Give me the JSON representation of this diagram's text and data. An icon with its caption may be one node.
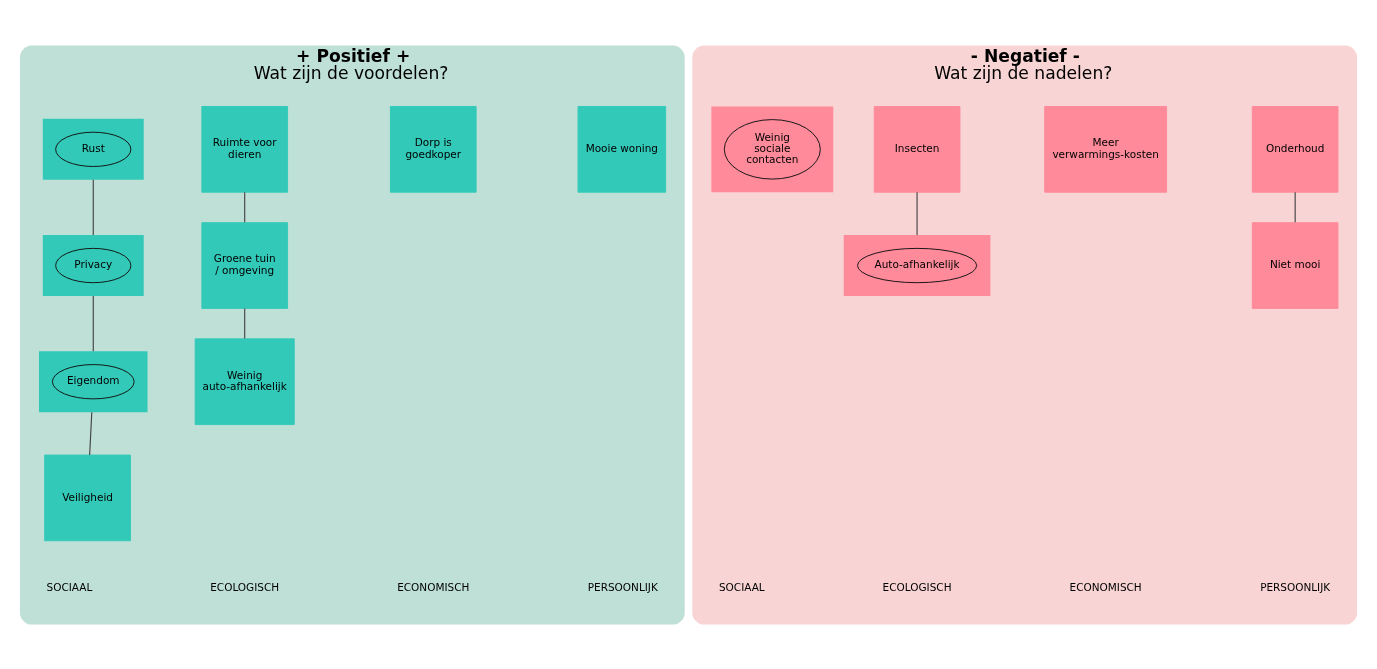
{
  "diagram": {
    "nodes": [
      {
        "text": [
          "+ Positief +",
          "Wat zijn de voordelen?"
        ]
      },
      {
        "text": [],
        "shape": "box",
        "in": 0
      },
      {
        "text": [
          "Rust"
        ],
        "in": 1
      },
      {
        "text": [
          "Ruimte voor dieren"
        ],
        "in": 0
      },
      {
        "text": [
          "Dorp is goedkoper"
        ],
        "in": 0
      },
      {
        "text": [
          "Mooie woning"
        ],
        "in": 0
      },
      {
        "text": [],
        "shape": "box",
        "in": 0
      },
      {
        "text": [
          "Privacy"
        ],
        "in": 6
      },
      {
        "text": [
          "Groene tuin / omgeving"
        ],
        "in": 0
      },
      {
        "text": [],
        "shape": "box",
        "in": 0
      },
      {
        "text": [
          "Eigendom"
        ],
        "in": 9
      },
      {
        "text": [
          "Weinig auto-afhankelijk"
        ],
        "in": 0
      },
      {
        "text": [
          "Veiligheid"
        ],
        "in": 0
      },
      {
        "text": [
          "- Negatief -",
          "Wat zijn de nadelen?"
        ]
      },
      {
        "text": [],
        "shape": "box",
        "in": 13
      },
      {
        "text": [
          "Weinig sociale contacten"
        ],
        "in": 14
      },
      {
        "text": [
          "Insecten"
        ],
        "in": 13
      },
      {
        "text": [
          "Meer verwarmings-kosten"
        ],
        "in": 13
      },
      {
        "text": [
          "Onderhoud"
        ],
        "in": 13
      },
      {
        "text": [],
        "shape": "box",
        "in": 13
      },
      {
        "text": [
          "Auto-afhankelijk"
        ],
        "in": 19
      },
      {
        "text": [
          "Niet mooi"
        ],
        "in": 13
      }
    ],
    "edges": [
      {
        "from": 1,
        "to": 6,
        "arrow": "none"
      },
      {
        "from": 6,
        "to": 9,
        "arrow": "none"
      },
      {
        "from": 9,
        "to": 12,
        "arrow": "none"
      },
      {
        "from": 3,
        "to": 8,
        "arrow": "none"
      },
      {
        "from": 8,
        "to": 11,
        "arrow": "none"
      },
      {
        "from": 16,
        "to": 19,
        "arrow": "none"
      },
      {
        "from": 18,
        "to": 21,
        "arrow": "none"
      }
    ],
    "labels": [
      "SOCIAAL",
      "ECOLOGISCH",
      "ECONOMISCH",
      "PERSOONLIJK",
      "SOCIAAL",
      "ECOLOGISCH",
      "ECONOMISCH",
      "PERSOONLIJK"
    ]
  }
}
